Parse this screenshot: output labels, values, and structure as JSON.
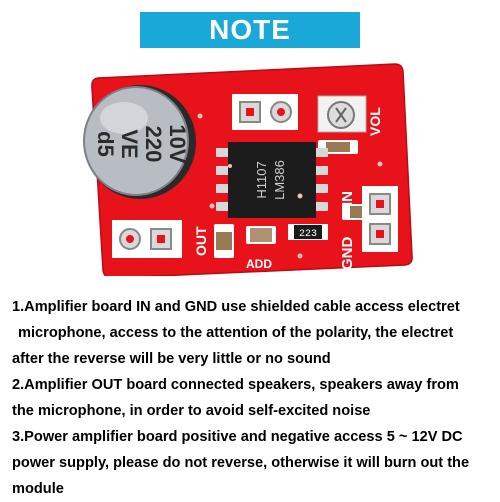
{
  "banner": {
    "label": "NOTE"
  },
  "board": {
    "capacitor": {
      "line1": "d5",
      "line2": "VE",
      "line3": "220",
      "line4": "10V"
    },
    "chip": {
      "line1": "H1107",
      "line2": "LM386"
    },
    "resistor": "223",
    "labels": {
      "vol": "VOL",
      "in": "IN",
      "gnd": "GND",
      "add": "ADD",
      "out": "OUT"
    },
    "colors": {
      "pcb": "#e8121a",
      "pad": "#f2f2f2",
      "capacitor": "#b8bdc4",
      "chip": "#1c1c1c"
    }
  },
  "notes": [
    {
      "line1": "1.Amplifier board IN and GND use shielded cable access electret",
      "line2": "microphone, access to the attention of the polarity, the electret",
      "line3": "after the reverse will be very little or no sound"
    },
    {
      "line1": "2.Amplifier OUT board connected speakers, speakers away from",
      "line2": "the microphone, in order to avoid self-excited noise"
    },
    {
      "line1": "3.Power amplifier board positive and negative access 5 ~ 12V DC",
      "line2": "power supply, please do not reverse, otherwise it will burn out the",
      "line3": "module"
    }
  ]
}
